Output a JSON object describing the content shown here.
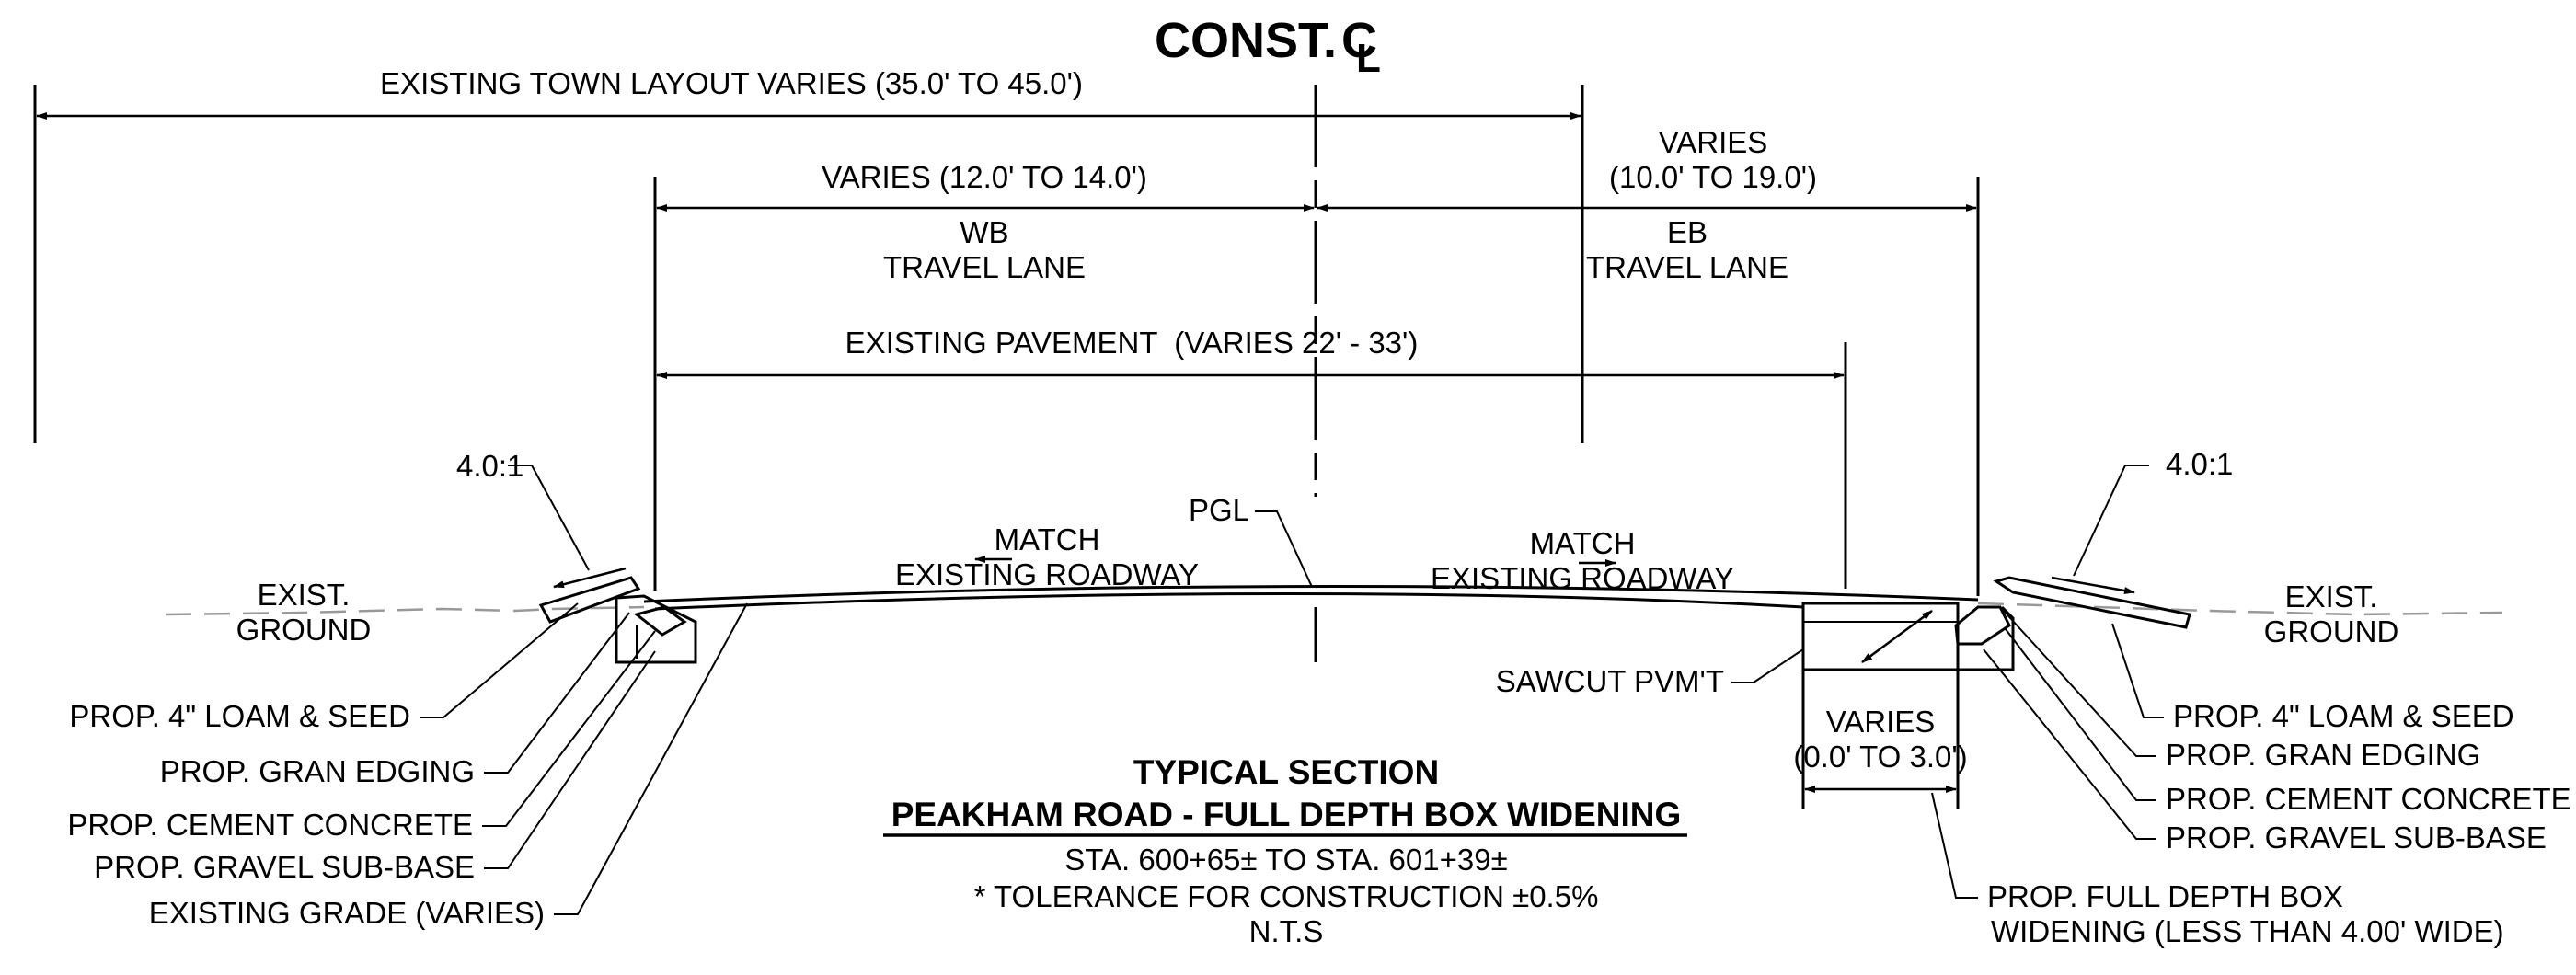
{
  "title": {
    "const_cl": "CONST. ",
    "cl_symbol": "C",
    "cl_sub": "L"
  },
  "dimensions": {
    "town_layout": "EXISTING TOWN LAYOUT VARIES (35.0' TO 45.0')",
    "wb_varies": "VARIES (12.0' TO 14.0')",
    "wb_lane_1": "WB",
    "wb_lane_2": "TRAVEL LANE",
    "eb_varies_1": "VARIES",
    "eb_varies_2": "(10.0' TO 19.0')",
    "eb_lane_1": "EB",
    "eb_lane_2": "TRAVEL LANE",
    "existing_pavement": "EXISTING PAVEMENT  (VARIES 22' - 33')",
    "box_varies_1": "VARIES",
    "box_varies_2": "(0.0' TO 3.0')"
  },
  "annotations": {
    "slope_left": "4.0:1",
    "slope_right": "4.0:1",
    "pgl": "PGL",
    "match_left_1": "MATCH",
    "match_left_2": "EXISTING ROADWAY",
    "match_right_1": "MATCH",
    "match_right_2": "EXISTING ROADWAY",
    "exist_ground_left_1": "EXIST.",
    "exist_ground_left_2": "GROUND",
    "exist_ground_right_1": "EXIST.",
    "exist_ground_right_2": "GROUND",
    "sawcut": "SAWCUT PVM'T"
  },
  "callouts_left": [
    "PROP. 4\" LOAM & SEED",
    "PROP. GRAN EDGING",
    "PROP. CEMENT CONCRETE",
    "PROP. GRAVEL SUB-BASE",
    "EXISTING GRADE (VARIES)"
  ],
  "callouts_right": [
    "PROP. 4\" LOAM & SEED",
    "PROP. GRAN EDGING",
    "PROP. CEMENT CONCRETE",
    "PROP. GRAVEL SUB-BASE"
  ],
  "box_widening": {
    "line1": "PROP. FULL DEPTH BOX",
    "line2": "WIDENING (LESS THAN 4.00' WIDE)"
  },
  "section_title": {
    "heading": "TYPICAL SECTION",
    "subheading": "PEAKHAM ROAD - FULL DEPTH BOX WIDENING",
    "station": "STA. 600+65± TO STA. 601+39±",
    "tolerance": "* TOLERANCE FOR CONSTRUCTION ±0.5%",
    "scale": "N.T.S"
  }
}
